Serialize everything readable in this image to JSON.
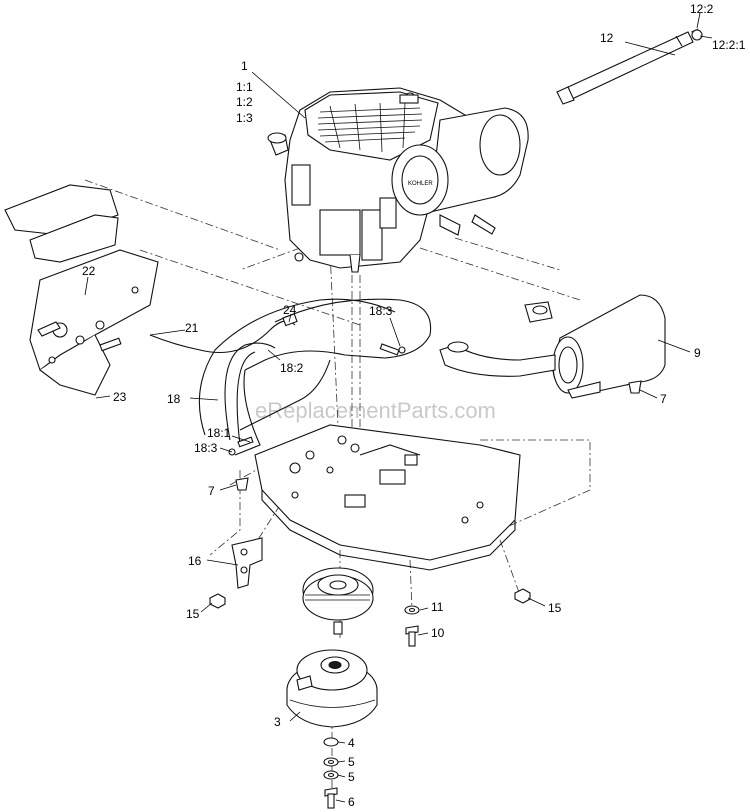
{
  "watermark": "eReplacementParts.com",
  "callouts": {
    "c1": "1",
    "c1_1": "1:1",
    "c1_2": "1:2",
    "c1_3": "1:3",
    "c12": "12",
    "c12_2": "12:2",
    "c12_2_1": "12:2:1",
    "c22": "22",
    "c21": "21",
    "c24": "24",
    "c18_3a": "18:3",
    "c18_2": "18:2",
    "c18": "18",
    "c23": "23",
    "c18_1": "18:1",
    "c18_3b": "18:3",
    "c9": "9",
    "c7a": "7",
    "c7b": "7",
    "c16": "16",
    "c15a": "15",
    "c15b": "15",
    "c11": "11",
    "c10": "10",
    "c3": "3",
    "c4": "4",
    "c5a": "5",
    "c5b": "5",
    "c6": "6"
  }
}
